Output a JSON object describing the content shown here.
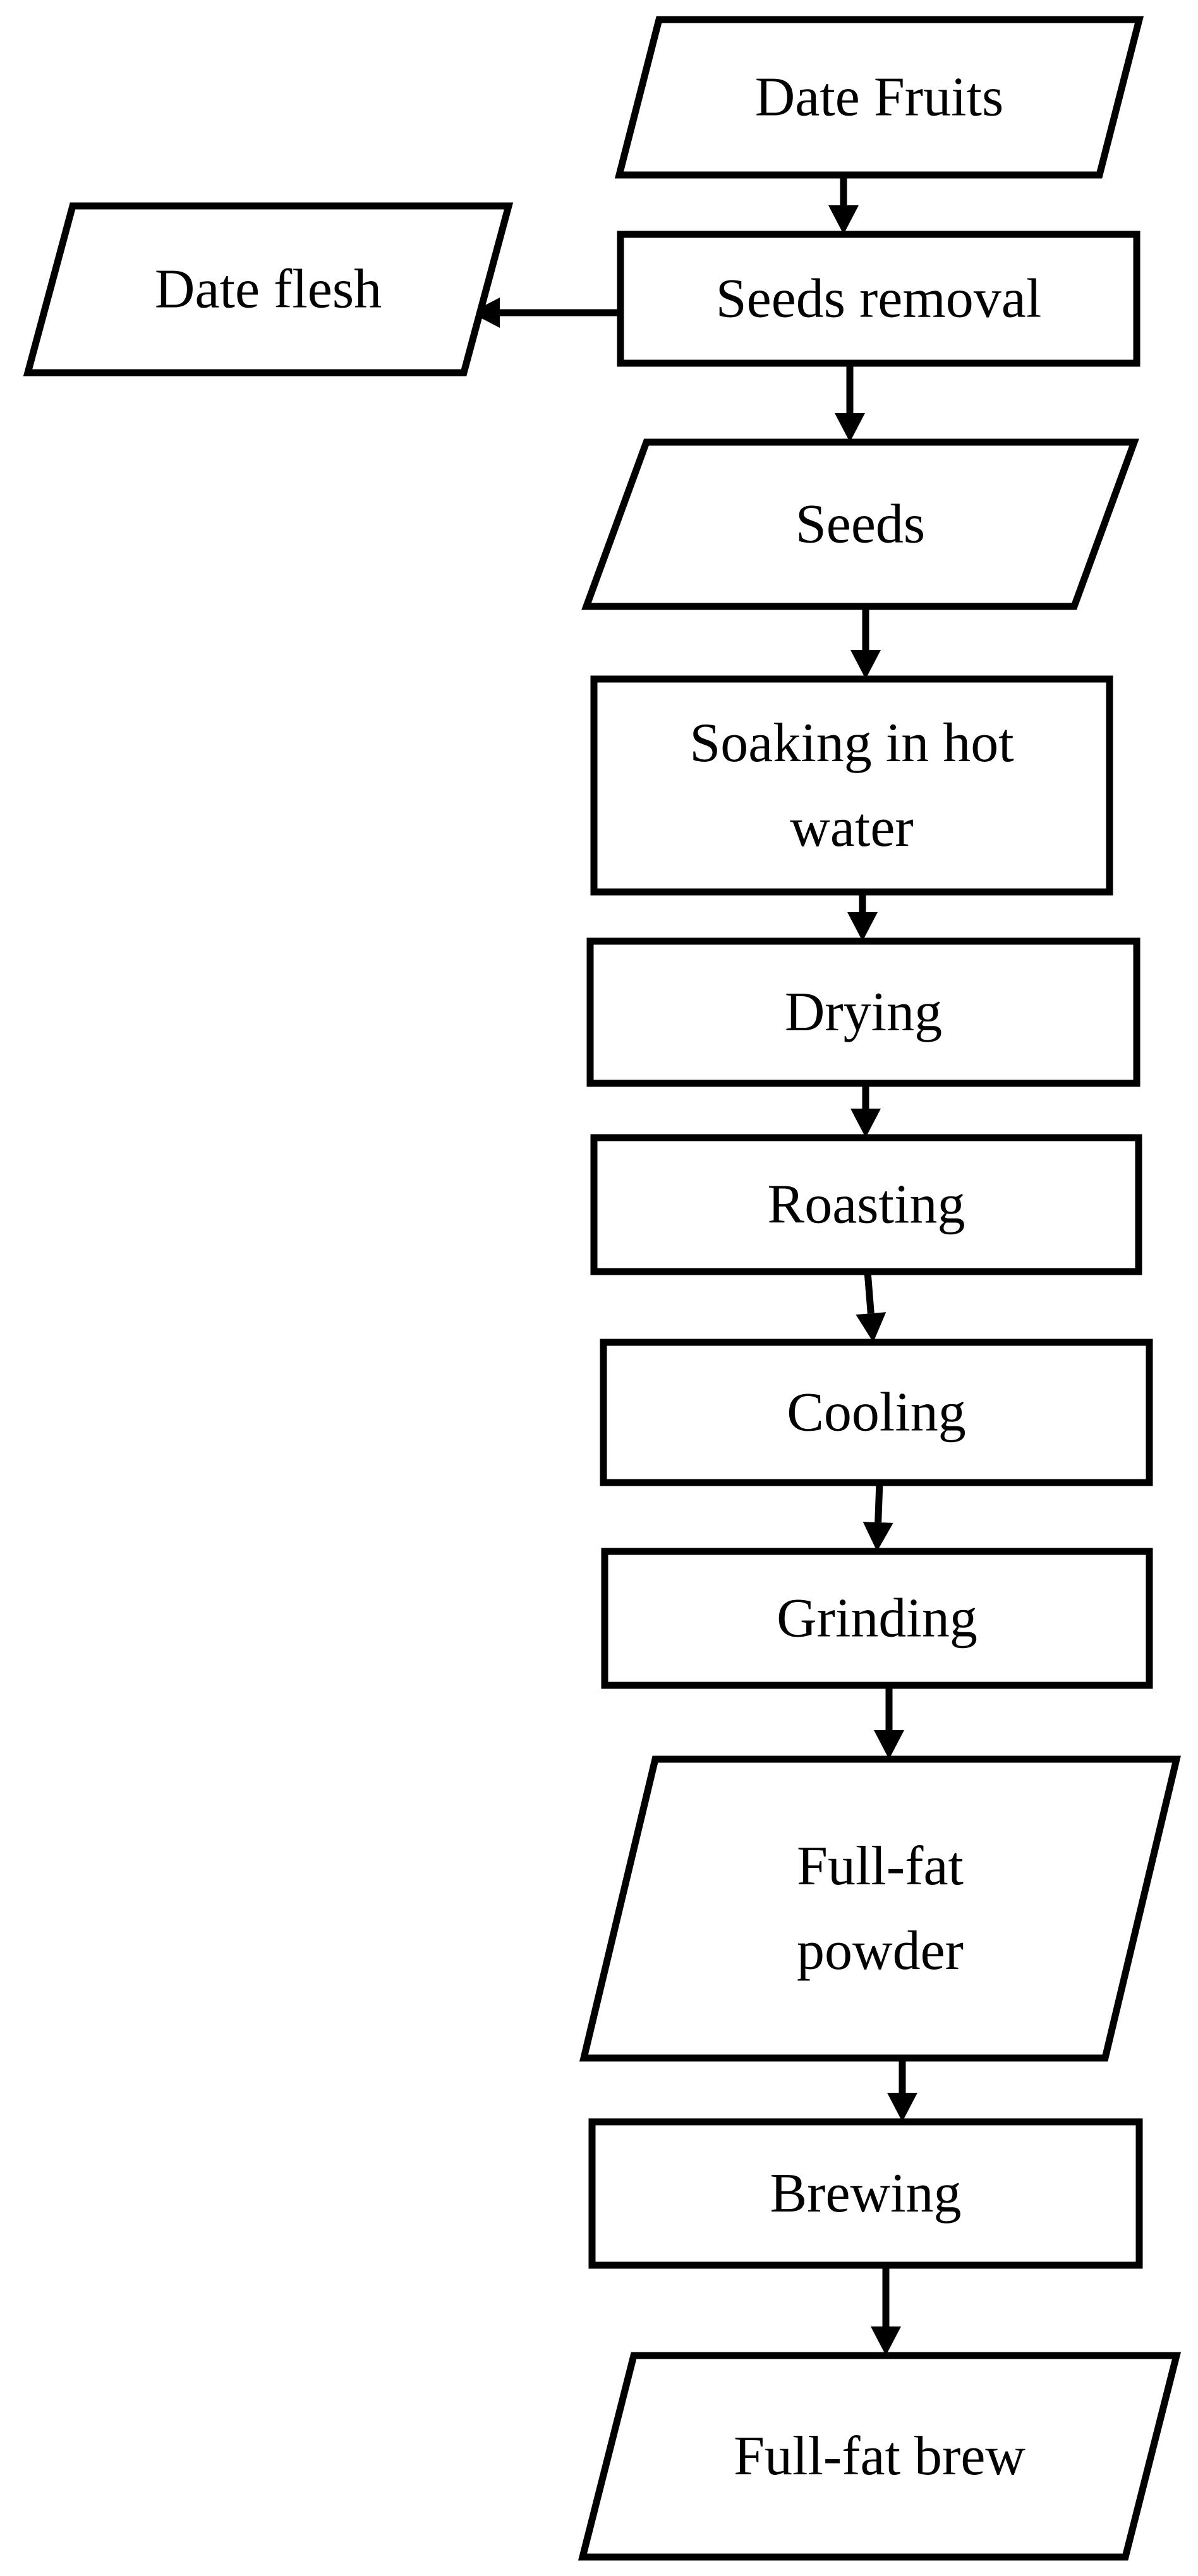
{
  "diagram": {
    "nodes": [
      {
        "id": "date_fruits",
        "shape": "parallelogram",
        "lines": [
          "Date Fruits"
        ]
      },
      {
        "id": "seeds_removal",
        "shape": "rectangle",
        "lines": [
          "Seeds removal"
        ]
      },
      {
        "id": "date_flesh",
        "shape": "parallelogram",
        "lines": [
          "Date flesh"
        ]
      },
      {
        "id": "seeds",
        "shape": "parallelogram",
        "lines": [
          "Seeds"
        ]
      },
      {
        "id": "soaking",
        "shape": "rectangle",
        "lines": [
          "Soaking in hot",
          "water"
        ]
      },
      {
        "id": "drying",
        "shape": "rectangle",
        "lines": [
          "Drying"
        ]
      },
      {
        "id": "roasting",
        "shape": "rectangle",
        "lines": [
          "Roasting"
        ]
      },
      {
        "id": "cooling",
        "shape": "rectangle",
        "lines": [
          "Cooling"
        ]
      },
      {
        "id": "grinding",
        "shape": "rectangle",
        "lines": [
          "Grinding"
        ]
      },
      {
        "id": "full_fat_powder",
        "shape": "parallelogram",
        "lines": [
          "Full-fat",
          "powder"
        ]
      },
      {
        "id": "brewing",
        "shape": "rectangle",
        "lines": [
          "Brewing"
        ]
      },
      {
        "id": "full_fat_brew",
        "shape": "parallelogram",
        "lines": [
          "Full-fat brew"
        ]
      }
    ],
    "edges": [
      {
        "from": "date_fruits",
        "to": "seeds_removal"
      },
      {
        "from": "seeds_removal",
        "to": "date_flesh"
      },
      {
        "from": "seeds_removal",
        "to": "seeds"
      },
      {
        "from": "seeds",
        "to": "soaking"
      },
      {
        "from": "soaking",
        "to": "drying"
      },
      {
        "from": "drying",
        "to": "roasting"
      },
      {
        "from": "roasting",
        "to": "cooling"
      },
      {
        "from": "cooling",
        "to": "grinding"
      },
      {
        "from": "grinding",
        "to": "full_fat_powder"
      },
      {
        "from": "full_fat_powder",
        "to": "brewing"
      },
      {
        "from": "brewing",
        "to": "full_fat_brew"
      }
    ]
  }
}
